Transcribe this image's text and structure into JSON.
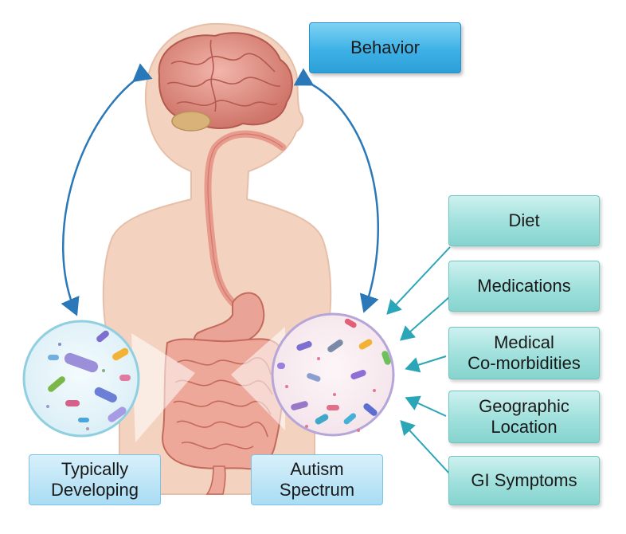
{
  "behavior_label": "Behavior",
  "group_labels": {
    "typical": "Typically\nDeveloping",
    "autism": "Autism\nSpectrum"
  },
  "factors": [
    "Diet",
    "Medications",
    "Medical\nCo-morbidities",
    "Geographic\nLocation",
    "GI Symptoms"
  ],
  "colors": {
    "skin": "#f3d2c0",
    "organ": "#e89a8c",
    "organ_outline": "#c46a5c",
    "brain": "#e3968a",
    "arrow": "#2b78b8",
    "factor_arrow": "#2aa6b8"
  }
}
